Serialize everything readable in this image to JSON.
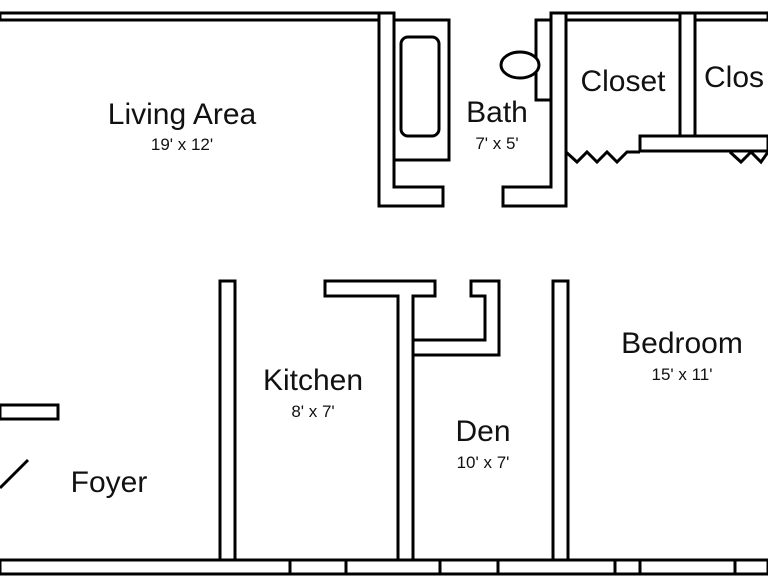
{
  "plan": {
    "stroke_color": "#000000",
    "background": "#ffffff",
    "rooms": [
      {
        "id": "living",
        "name": "Living Area",
        "dims": "19' x 12'"
      },
      {
        "id": "bath",
        "name": "Bath",
        "dims": "7' x 5'"
      },
      {
        "id": "closet1",
        "name": "Closet",
        "dims": ""
      },
      {
        "id": "closet2",
        "name": "Clos",
        "dims": ""
      },
      {
        "id": "kitchen",
        "name": "Kitchen",
        "dims": "8' x 7'"
      },
      {
        "id": "den",
        "name": "Den",
        "dims": "10' x 7'"
      },
      {
        "id": "bedroom",
        "name": "Bedroom",
        "dims": "15' x 11'"
      },
      {
        "id": "foyer",
        "name": "Foyer",
        "dims": ""
      }
    ]
  }
}
